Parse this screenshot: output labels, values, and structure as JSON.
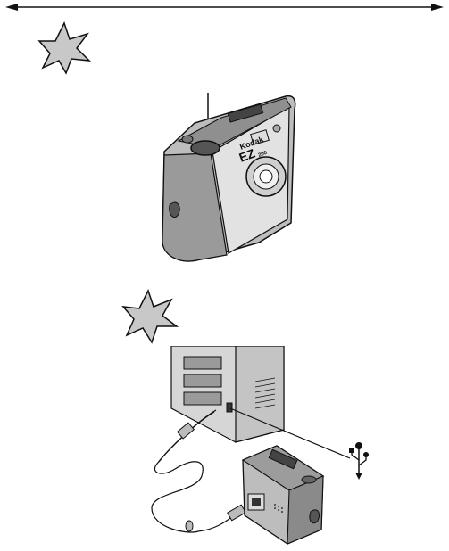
{
  "camera": {
    "brand": "Kodak",
    "model": "EZ",
    "model_suffix": "200"
  },
  "icons": {
    "step_marker": "starburst-icon",
    "usb_symbol": "usb-icon",
    "pointer": "down-arrow-icon"
  },
  "colors": {
    "ink": "#111111",
    "starburst_fill": "#c8c8c8",
    "camera_body": "#bdbdbd",
    "camera_shade": "#7d7d7d",
    "tower_fill": "#d6d6d6"
  }
}
